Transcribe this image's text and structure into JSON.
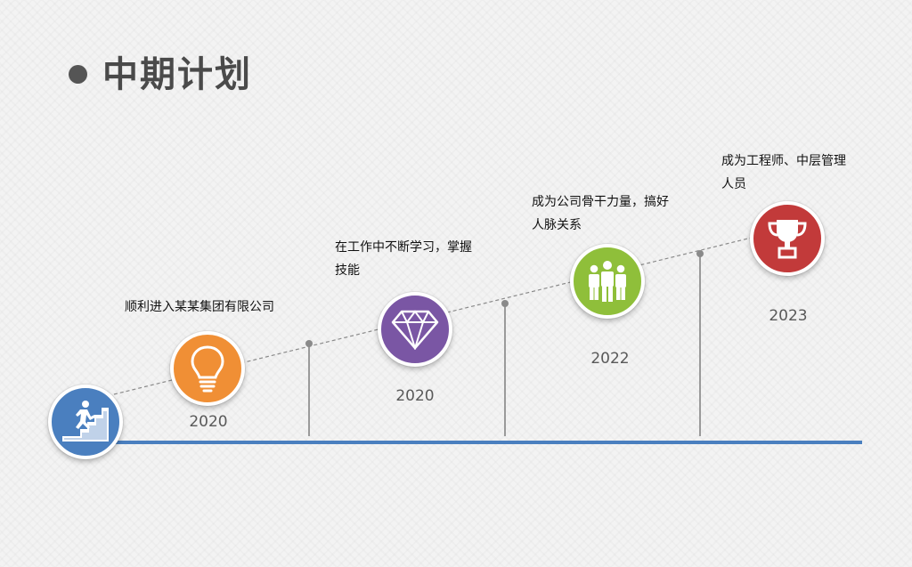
{
  "title": "中期计划",
  "colors": {
    "blue": "#4a7fbf",
    "orange": "#f08f35",
    "purple": "#7a56a4",
    "green": "#8fbf3a",
    "red": "#c23a3a",
    "baseline": "#4a7fbf"
  },
  "milestones": [
    {
      "icon": "runner-stairs-icon",
      "year": "",
      "text": ""
    },
    {
      "icon": "lightbulb-icon",
      "year": "2020",
      "text": "顺利进入某某集团有限公司"
    },
    {
      "icon": "diamond-icon",
      "year": "2020",
      "text": "在工作中不断学习，掌握技能"
    },
    {
      "icon": "people-group-icon",
      "year": "2022",
      "text": "成为公司骨干力量，搞好人脉关系"
    },
    {
      "icon": "trophy-icon",
      "year": "2023",
      "text": "成为工程师、中层管理人员"
    }
  ]
}
